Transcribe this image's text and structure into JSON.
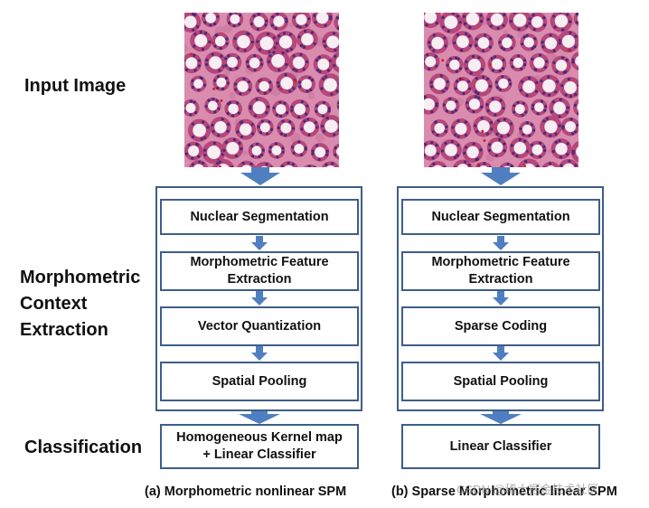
{
  "labels": {
    "input_image": "Input Image",
    "morpho_line1": "Morphometric",
    "morpho_line2": "Context",
    "morpho_line3": "Extraction",
    "classification": "Classification"
  },
  "pipeline_a": {
    "steps": [
      "Nuclear Segmentation",
      "Morphometric Feature\nExtraction",
      "Vector Quantization",
      "Spatial Pooling"
    ],
    "classifier": "Homogeneous Kernel map\n+ Linear Classifier",
    "caption": "(a) Morphometric nonlinear SPM"
  },
  "pipeline_b": {
    "steps": [
      "Nuclear Segmentation",
      "Morphometric Feature\nExtraction",
      "Sparse Coding",
      "Spatial Pooling"
    ],
    "classifier": "Linear Classifier",
    "caption": "(b) Sparse Morphometric linear SPM"
  },
  "watermark": "CSDN @稀土掘金技术社区",
  "colors": {
    "box_border": "#3e5e88",
    "arrow": "#4f7fc0",
    "tissue_bg": "#d98cae",
    "tissue_ring": "#b5477a",
    "tissue_lumen": "#f7eef3",
    "nucleus": "#4a2a7a"
  }
}
